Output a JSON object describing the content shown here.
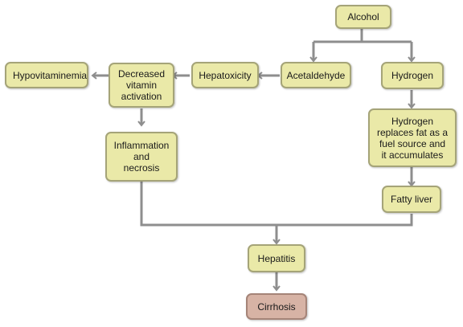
{
  "colors": {
    "box_fill": "#eae9a8",
    "box_border": "#a5a478",
    "final_box_fill": "#d7b3a5",
    "connector": "#8e8e8e"
  },
  "nodes": {
    "alcohol": "Alcohol",
    "acetaldehyde": "Acetaldehyde",
    "hydrogen": "Hydrogen",
    "hepatotoxicity": "Hepatoxicity",
    "decreased_vitamin_activation": "Decreased\nvitamin\nactivation",
    "hypovitaminemia": "Hypovitaminemia",
    "inflammation_necrosis": "Inflammation\nand\nnecrosis",
    "hydrogen_replaces_fat": "Hydrogen\nreplaces fat as a\nfuel source and\nit accumulates",
    "fatty_liver": "Fatty liver",
    "hepatitis": "Hepatitis",
    "cirrhosis": "Cirrhosis"
  }
}
